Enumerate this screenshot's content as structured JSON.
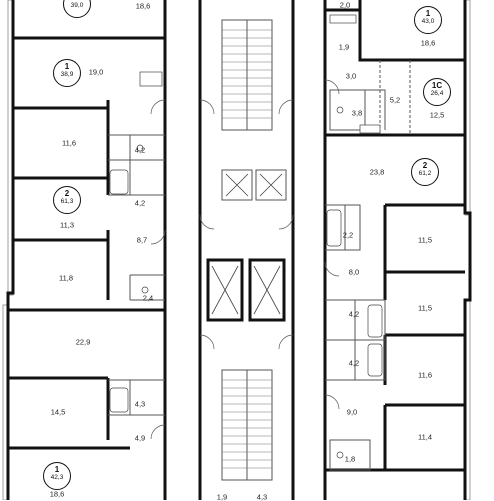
{
  "apartments": [
    {
      "rooms": "1",
      "total": "39,0"
    },
    {
      "rooms": "1",
      "total": "38,9"
    },
    {
      "rooms": "2",
      "total": "61,3"
    },
    {
      "rooms": "1",
      "total": "42,3"
    },
    {
      "rooms": "1",
      "total": "43,0"
    },
    {
      "rooms": "1С",
      "total": "26,4"
    },
    {
      "rooms": "2",
      "total": "61,2"
    }
  ],
  "room_areas": {
    "top_left_room": "18,6",
    "apt_b_living": "19,0",
    "apt_c_room_1": "11,6",
    "apt_c_bath_1": "4,2",
    "apt_c_bath_2": "4,2",
    "apt_c_kitchen": "11,3",
    "apt_c_hall": "8,7",
    "apt_c_room_2": "11,8",
    "apt_c_wc": "2,4",
    "apt_d_living": "22,9",
    "apt_e_room": "14,5",
    "apt_e_bath": "4,3",
    "apt_e_hall": "4,9",
    "bottom_left_room": "18,6",
    "bottom_mid_1": "1,9",
    "bottom_mid_2": "4,3",
    "r_top_small": "2,0",
    "r_top_room": "18,6",
    "r_storage": "1,9",
    "r_hall": "3,0",
    "r_studio_mid": "5,2",
    "r_studio_bath": "3,8",
    "r_studio_room": "12,5",
    "r_big_living": "23,8",
    "r_wc": "2,2",
    "r_room_1": "11,5",
    "r_hall_2": "8,0",
    "r_room_2": "11,5",
    "r_bath_1": "4,2",
    "r_bath_2": "4,2",
    "r_room_3": "11,6",
    "r_hall_3": "9,0",
    "r_room_4": "11,4",
    "r_wc_2": "1,8"
  },
  "colors": {
    "wall": "#111111",
    "thin": "#555555",
    "window": "#888888",
    "fixture": "#444444"
  }
}
